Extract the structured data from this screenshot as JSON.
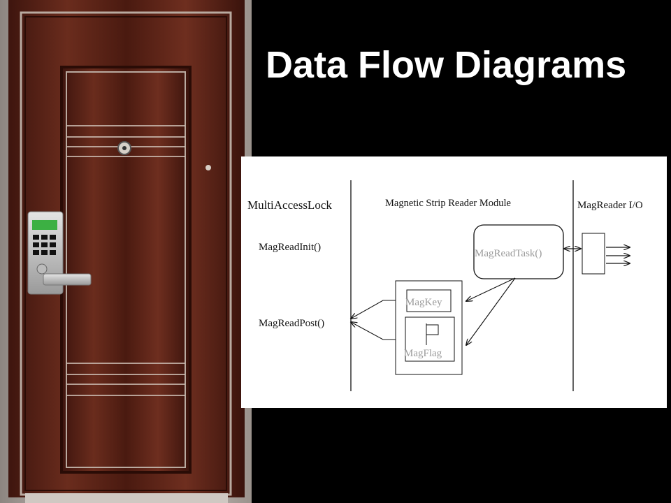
{
  "slide": {
    "title": "Data Flow Diagrams"
  },
  "diagram": {
    "lanes": {
      "left": "MultiAccessLock",
      "middle": "Magnetic Strip Reader Module",
      "right": "MagReader I/O"
    },
    "functions": {
      "init": "MagReadInit()",
      "post": "MagReadPost()"
    },
    "task": "MagReadTask()",
    "data_stores": {
      "key": "MagKey",
      "flag": "MagFlag"
    }
  },
  "colors": {
    "background": "#000000",
    "title": "#ffffff",
    "door_wood": "#5a2418",
    "door_frame": "#c8c0b8",
    "keypad_green": "#3cb043"
  }
}
